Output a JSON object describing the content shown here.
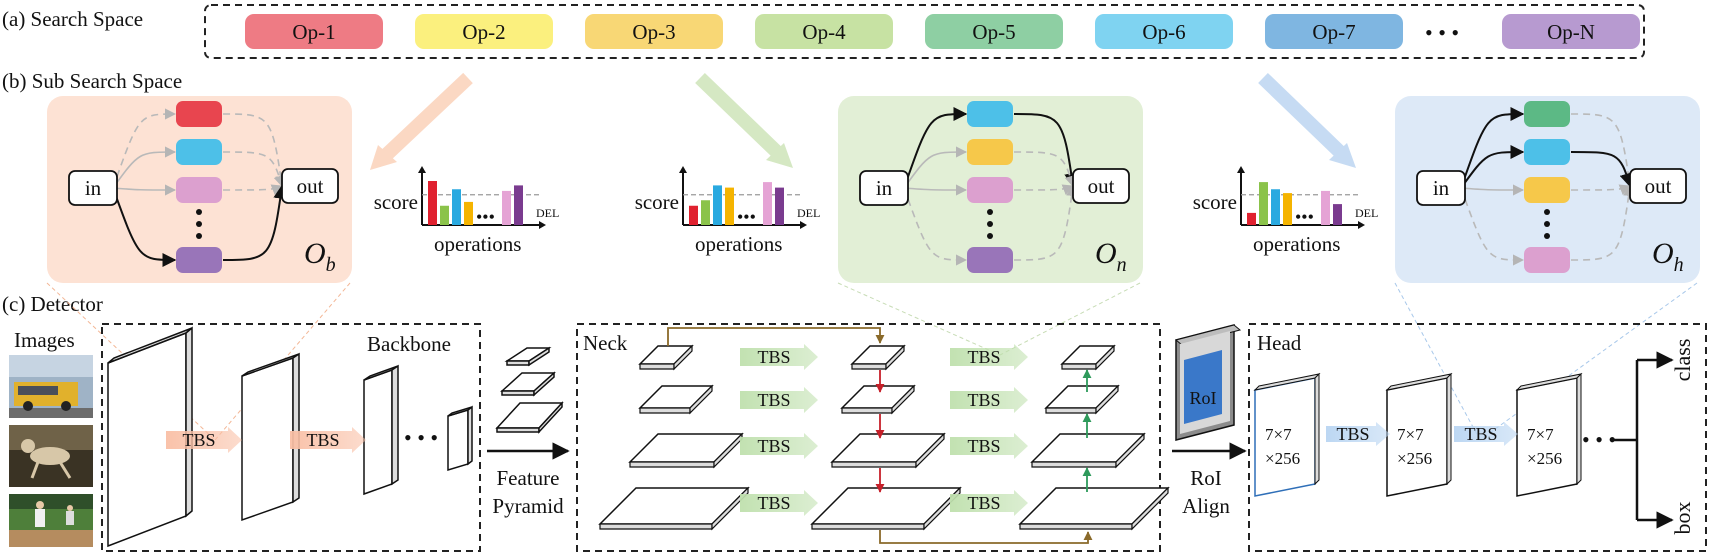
{
  "sections": {
    "a": "(a) Search Space",
    "b": "(b) Sub Search Space",
    "c": "(c) Detector"
  },
  "search_space": {
    "ops": [
      {
        "label": "Op-1",
        "color": "#ee7b84"
      },
      {
        "label": "Op-2",
        "color": "#fbf07e"
      },
      {
        "label": "Op-3",
        "color": "#f8d775"
      },
      {
        "label": "Op-4",
        "color": "#c7e2a3"
      },
      {
        "label": "Op-5",
        "color": "#8ecfa3"
      },
      {
        "label": "Op-6",
        "color": "#7fd3f1"
      },
      {
        "label": "Op-7",
        "color": "#7fb6e1"
      }
    ],
    "ellipsis": "• • •",
    "last_op": {
      "label": "Op-N",
      "color": "#b79ad0"
    }
  },
  "subspaces": [
    {
      "symbol": "O",
      "subscript": "b",
      "bg": "#fde2d4",
      "in_label": "in",
      "out_label": "out",
      "op_colors": [
        "#e8454f",
        "#4dc0e8",
        "#dca0cf",
        "#9975b9"
      ]
    },
    {
      "symbol": "O",
      "subscript": "n",
      "bg": "#e2efd6",
      "in_label": "in",
      "out_label": "out",
      "op_colors": [
        "#4dc0e8",
        "#f6c84a",
        "#dca0cf",
        "#9975b9"
      ]
    },
    {
      "symbol": "O",
      "subscript": "h",
      "bg": "#dde9f7",
      "in_label": "in",
      "out_label": "out",
      "op_colors": [
        "#5cb985",
        "#4dc0e8",
        "#f6c84a",
        "#dca0cf"
      ]
    }
  ],
  "score_charts": [
    {
      "ylabel": "score",
      "xlabel": "operations",
      "threshold_label": "DEL",
      "bars": [
        {
          "v": 0.8,
          "c": "#e0212f"
        },
        {
          "v": 0.35,
          "c": "#8bc34a"
        },
        {
          "v": 0.65,
          "c": "#29a9e0"
        },
        {
          "v": 0.42,
          "c": "#f5b400"
        },
        {
          "v": 0.62,
          "c": "#e5a3d5"
        },
        {
          "v": 0.72,
          "c": "#7a3b8f"
        }
      ]
    },
    {
      "ylabel": "score",
      "xlabel": "operations",
      "threshold_label": "DEL",
      "bars": [
        {
          "v": 0.35,
          "c": "#e0212f"
        },
        {
          "v": 0.45,
          "c": "#8bc34a"
        },
        {
          "v": 0.72,
          "c": "#29a9e0"
        },
        {
          "v": 0.68,
          "c": "#f5b400"
        },
        {
          "v": 0.78,
          "c": "#e5a3d5"
        },
        {
          "v": 0.68,
          "c": "#7a3b8f"
        }
      ]
    },
    {
      "ylabel": "score",
      "xlabel": "operations",
      "threshold_label": "DEL",
      "bars": [
        {
          "v": 0.22,
          "c": "#e0212f"
        },
        {
          "v": 0.78,
          "c": "#8bc34a"
        },
        {
          "v": 0.65,
          "c": "#29a9e0"
        },
        {
          "v": 0.58,
          "c": "#f5b400"
        },
        {
          "v": 0.62,
          "c": "#e5a3d5"
        },
        {
          "v": 0.38,
          "c": "#7a3b8f"
        }
      ]
    }
  ],
  "detector": {
    "images_label": "Images",
    "backbone_label": "Backbone",
    "neck_label": "Neck",
    "head_label": "Head",
    "tbs": "TBS",
    "feature_pyramid_line1": "Feature",
    "feature_pyramid_line2": "Pyramid",
    "roi_box_label": "RoI",
    "roi_align_line1": "RoI",
    "roi_align_line2": "Align",
    "head_cube_line1": "7×7",
    "head_cube_line2": "×256",
    "out_class": "class",
    "out_box": "box",
    "tbs_colors": {
      "backbone": "#f9bfa5",
      "neck": "#bfe0ad",
      "head": "#b9d5f2"
    }
  }
}
